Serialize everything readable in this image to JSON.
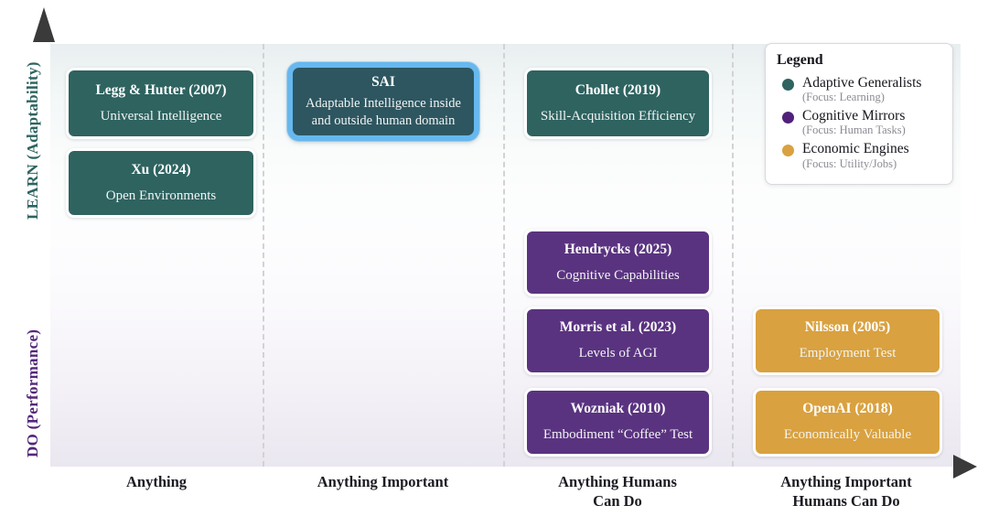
{
  "axes": {
    "y_top_label": "LEARN (Adaptability)",
    "y_bottom_label": "DO (Performance)",
    "y_top_color": "#2d6360",
    "y_bottom_color": "#53287a",
    "x_ticks": [
      {
        "line1": "Anything",
        "line2": ""
      },
      {
        "line1": "Anything Important",
        "line2": ""
      },
      {
        "line1": "Anything Humans",
        "line2": "Can Do"
      },
      {
        "line1": "Anything Important",
        "line2": "Humans Can Do"
      }
    ]
  },
  "nodes": [
    {
      "id": "legg-hutter",
      "title": "Legg & Hutter (2007)",
      "subtitle": "Universal Intelligence",
      "category": "teal"
    },
    {
      "id": "xu",
      "title": "Xu (2024)",
      "subtitle": "Open Environments",
      "category": "teal"
    },
    {
      "id": "sai",
      "title": "SAI",
      "subtitle": "Adaptable Intelligence inside and outside human domain",
      "category": "highlight"
    },
    {
      "id": "chollet",
      "title": "Chollet (2019)",
      "subtitle": "Skill-Acquisition Efficiency",
      "category": "teal"
    },
    {
      "id": "hendrycks",
      "title": "Hendrycks (2025)",
      "subtitle": "Cognitive Capabilities",
      "category": "purple"
    },
    {
      "id": "morris",
      "title": "Morris et al. (2023)",
      "subtitle": "Levels of AGI",
      "category": "purple"
    },
    {
      "id": "wozniak",
      "title": "Wozniak (2010)",
      "subtitle": "Embodiment “Coffee” Test",
      "category": "purple"
    },
    {
      "id": "nilsson",
      "title": "Nilsson (2005)",
      "subtitle": "Employment Test",
      "category": "gold"
    },
    {
      "id": "openai",
      "title": "OpenAI (2018)",
      "subtitle": "Economically Valuable",
      "category": "gold"
    }
  ],
  "legend": {
    "title": "Legend",
    "items": [
      {
        "label": "Adaptive Generalists",
        "focus": "(Focus: Learning)",
        "color": "#2e6360"
      },
      {
        "label": "Cognitive Mirrors",
        "focus": "(Focus: Human Tasks)",
        "color": "#50217a"
      },
      {
        "label": "Economic Engines",
        "focus": "(Focus: Utility/Jobs)",
        "color": "#d9a13f"
      }
    ]
  },
  "colors": {
    "teal": "#2e6360",
    "purple": "#5a3380",
    "gold": "#d9a13f",
    "highlight_border": "#66b8ee",
    "highlight_fill": "#2d5660",
    "divider": "#d2d2d6",
    "arrow": "#3a3a3a"
  }
}
